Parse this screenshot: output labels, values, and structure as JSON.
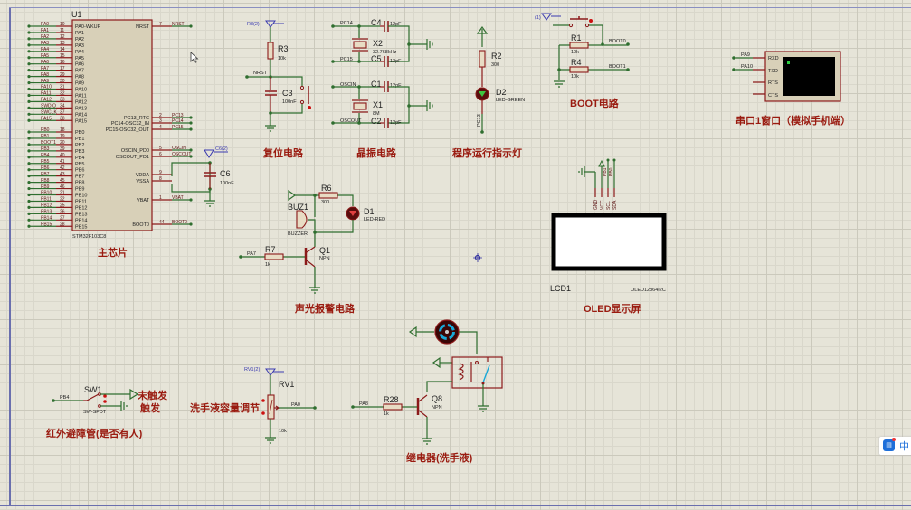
{
  "u1": {
    "ref": "U1",
    "part": "STM32F103C8",
    "left_pins": [
      {
        "net": "PA0",
        "num": "10",
        "name": "PA0-WKUP"
      },
      {
        "net": "PA1",
        "num": "11",
        "name": "PA1"
      },
      {
        "net": "PA2",
        "num": "12",
        "name": "PA2"
      },
      {
        "net": "PA3",
        "num": "13",
        "name": "PA3"
      },
      {
        "net": "PA4",
        "num": "14",
        "name": "PA4"
      },
      {
        "net": "PA5",
        "num": "15",
        "name": "PA5"
      },
      {
        "net": "PA6",
        "num": "16",
        "name": "PA6"
      },
      {
        "net": "PA7",
        "num": "17",
        "name": "PA7"
      },
      {
        "net": "PA8",
        "num": "29",
        "name": "PA8"
      },
      {
        "net": "PA9",
        "num": "30",
        "name": "PA9"
      },
      {
        "net": "PA10",
        "num": "31",
        "name": "PA10"
      },
      {
        "net": "PA11",
        "num": "32",
        "name": "PA11"
      },
      {
        "net": "PA12",
        "num": "33",
        "name": "PA12"
      },
      {
        "net": "SWDIO",
        "num": "34",
        "name": "PA13"
      },
      {
        "net": "SWCLK",
        "num": "37",
        "name": "PA14"
      },
      {
        "net": "PA15",
        "num": "38",
        "name": "PA15"
      },
      {
        "net": "PB0",
        "num": "18",
        "name": "PB0"
      },
      {
        "net": "PB1",
        "num": "19",
        "name": "PB1"
      },
      {
        "net": "BOOT1",
        "num": "20",
        "name": "PB2"
      },
      {
        "net": "PB3",
        "num": "39",
        "name": "PB3"
      },
      {
        "net": "PB4",
        "num": "40",
        "name": "PB4"
      },
      {
        "net": "PB5",
        "num": "41",
        "name": "PB5"
      },
      {
        "net": "PB6",
        "num": "42",
        "name": "PB6"
      },
      {
        "net": "PB7",
        "num": "43",
        "name": "PB7"
      },
      {
        "net": "PB8",
        "num": "45",
        "name": "PB8"
      },
      {
        "net": "PB9",
        "num": "46",
        "name": "PB9"
      },
      {
        "net": "PB10",
        "num": "21",
        "name": "PB10"
      },
      {
        "net": "PB11",
        "num": "22",
        "name": "PB11"
      },
      {
        "net": "PB12",
        "num": "25",
        "name": "PB12"
      },
      {
        "net": "PB13",
        "num": "26",
        "name": "PB13"
      },
      {
        "net": "PB14",
        "num": "27",
        "name": "PB14"
      },
      {
        "net": "PB15",
        "num": "28",
        "name": "PB15"
      }
    ],
    "right_pins": [
      {
        "net": "NRST",
        "num": "7",
        "name": "NRST"
      },
      {
        "net": "PC13",
        "num": "2",
        "name": "PC13_RTC"
      },
      {
        "net": "PC14",
        "num": "3",
        "name": "PC14-OSC32_IN"
      },
      {
        "net": "PC15",
        "num": "4",
        "name": "PC15-OSC32_OUT"
      },
      {
        "net": "OSCIN",
        "num": "5",
        "name": "OSCIN_PD0"
      },
      {
        "net": "OSCOUT",
        "num": "6",
        "name": "OSCOUT_PD1"
      },
      {
        "net": "",
        "num": "9",
        "name": "VDDA"
      },
      {
        "net": "",
        "num": "8",
        "name": "VSSA"
      },
      {
        "net": "VBAT",
        "num": "1",
        "name": "VBAT"
      },
      {
        "net": "BOOT0",
        "num": "44",
        "name": "BOOT0"
      }
    ],
    "title": "主芯片"
  },
  "c6": {
    "ref": "C6",
    "value": "100nF",
    "probe": "C6(2)"
  },
  "reset": {
    "title": "复位电路",
    "r3": {
      "ref": "R3",
      "value": "10k",
      "probe": "R3(2)"
    },
    "c3": {
      "ref": "C3",
      "value": "100nF"
    },
    "net": "NRST"
  },
  "crystal": {
    "title": "晶振电路",
    "x2": {
      "ref": "X2",
      "value": "32.768kHz"
    },
    "x1": {
      "ref": "X1",
      "value": "8M"
    },
    "c4": {
      "ref": "C4",
      "value": "12pF"
    },
    "c5": {
      "ref": "C5",
      "value": "12pF"
    },
    "c1": {
      "ref": "C1",
      "value": "12pF"
    },
    "c2": {
      "ref": "C2",
      "value": "12pF"
    },
    "nets": {
      "pc14": "PC14",
      "pc15": "PC15",
      "oscin": "OSCIN",
      "oscout": "OSCOUT"
    }
  },
  "led_run": {
    "title": "程序运行指示灯",
    "r2": {
      "ref": "R2",
      "value": "300"
    },
    "d2": {
      "ref": "D2",
      "value": "LED-GREEN"
    },
    "net": "PC13"
  },
  "boot": {
    "title": "BOOT电路",
    "probe": "(1)",
    "r1": {
      "ref": "R1",
      "value": "10k"
    },
    "r4": {
      "ref": "R4",
      "value": "10k"
    },
    "nets": {
      "boot0": "BOOT0",
      "boot1": "BOOT1"
    }
  },
  "uart": {
    "title": "串口1窗口（模拟手机端）",
    "pins": [
      "RXD",
      "TXD",
      "RTS",
      "CTS"
    ],
    "nets": {
      "rxd": "PA9",
      "txd": "PA10"
    }
  },
  "alarm": {
    "title": "声光报警电路",
    "buz": {
      "ref": "BUZ1",
      "value": "BUZZER"
    },
    "r6": {
      "ref": "R6",
      "value": "300"
    },
    "d1": {
      "ref": "D1",
      "value": "LED-RED"
    },
    "q1": {
      "ref": "Q1",
      "value": "NPN"
    },
    "r7": {
      "ref": "R7",
      "value": "1k"
    },
    "net": "PA7"
  },
  "oled": {
    "title": "OLED显示屏",
    "ref": "LCD1",
    "part": "OLED12864I2C",
    "pins": [
      "GND",
      "VCC",
      "SCL",
      "SDA"
    ],
    "nets": [
      "PB1",
      "PB0"
    ]
  },
  "relay": {
    "title": "继电器(洗手液)",
    "q8": {
      "ref": "Q8",
      "value": "NPN"
    },
    "r28": {
      "ref": "R28",
      "value": "1k"
    },
    "net": "PA8"
  },
  "pot": {
    "title": "洗手液容量调节",
    "ref": "RV1",
    "value": "10k",
    "probe": "RV1(2)",
    "net": "PA0"
  },
  "ir": {
    "title": "红外避障管(是否有人)",
    "ref": "SW1",
    "value": "SW-SPDT",
    "net": "PB4",
    "untriggered": "未触发",
    "triggered": "触发"
  },
  "ime": {
    "icon": "input-method-icon",
    "label": "中"
  }
}
